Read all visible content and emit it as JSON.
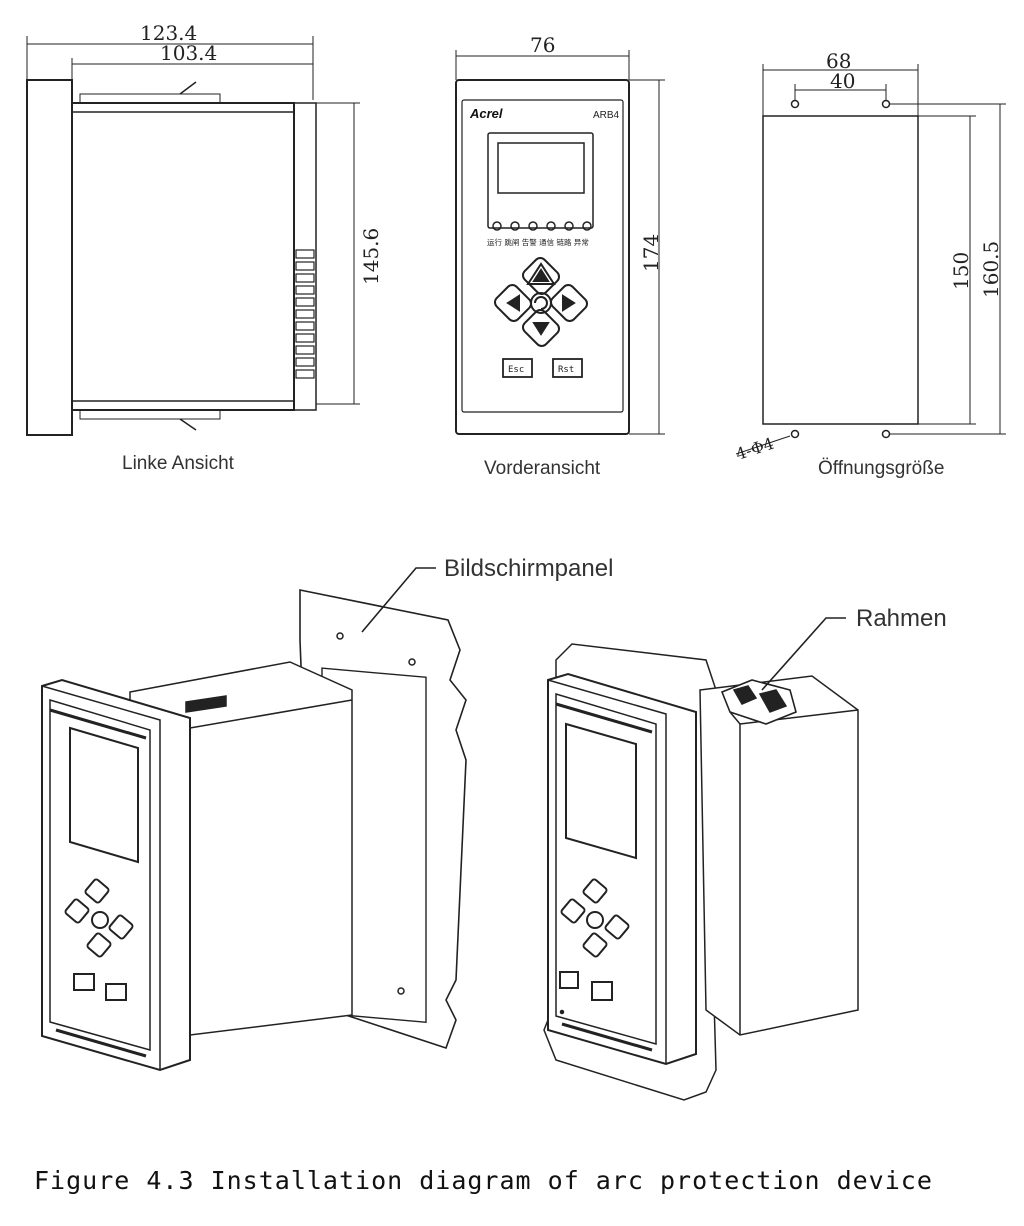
{
  "dimensions": {
    "left_outer_width": "123.4",
    "left_inner_width": "103.4",
    "left_height": "145.6",
    "front_width": "76",
    "front_height": "174",
    "cutout_width": "68",
    "hole_spacing": "40",
    "cutout_inner_height": "150",
    "cutout_outer_height": "160.5",
    "holes_note": "4-Φ4"
  },
  "view_labels": {
    "left": "Linke Ansicht",
    "front": "Vorderansicht",
    "cutout": "Öffnungsgröße"
  },
  "front_panel": {
    "brand": "Acrel",
    "model": "ARB4",
    "indicators": "运行 跳闸 告警 通信 链路 异常",
    "esc": "Esc",
    "rst": "Rst"
  },
  "callouts": {
    "screen_panel": "Bildschirmpanel",
    "frame": "Rahmen"
  },
  "caption": "Figure 4.3 Installation diagram of arc protection device"
}
